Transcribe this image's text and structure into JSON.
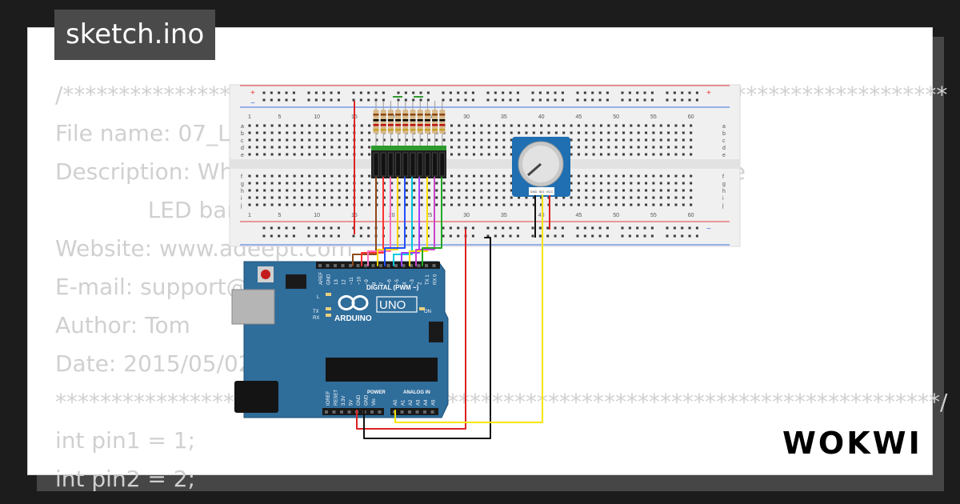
{
  "app": {
    "title": "sketch.ino",
    "brand": "WOKWI"
  },
  "code": [
    "/*******************************************************************************",
    "File name: 07_LED_bar_graph.ino",
    "Description: When you rotate the potentiometer, you can see",
    "             LED bar graph display.",
    "Website: www.adeept.com",
    "E-mail: support@adeept.com",
    "Author: Tom",
    "Date: 2015/05/02",
    "*******************************************************************************/",
    "int pin1 = 1;",
    "int pin2 = 2;"
  ],
  "breadboard": {
    "column_labels": [
      "1",
      "5",
      "10",
      "15",
      "20",
      "25",
      "30",
      "35",
      "40",
      "45",
      "50",
      "55",
      "60"
    ],
    "row_labels_top": [
      "a",
      "b",
      "c",
      "d",
      "e"
    ],
    "row_labels_bottom": [
      "f",
      "g",
      "h",
      "i",
      "j"
    ],
    "rail_plus": "+",
    "rail_minus": "−"
  },
  "arduino": {
    "model_label": "UNO",
    "brand_label": "ARDUINO",
    "digital_label": "DIGITAL (PWM ~)",
    "power_label": "POWER",
    "analog_label": "ANALOG IN",
    "on_label": "ON",
    "tx_label": "TX",
    "rx_label": "RX",
    "l_label": "L",
    "top_pin_labels": [
      "AREF",
      "GND",
      "13",
      "12",
      "~11",
      "~10",
      "~9",
      "8",
      "7",
      "~6",
      "~5",
      "4",
      "~3",
      "2",
      "TX 1",
      "RX 0"
    ],
    "power_pin_labels": [
      "IOREF",
      "RESET",
      "3.3V",
      "5V",
      "GND",
      "GND",
      "Vin"
    ],
    "analog_pin_labels": [
      "A0",
      "A1",
      "A2",
      "A3",
      "A4",
      "A5"
    ]
  },
  "potentiometer": {
    "pin_labels": [
      "GND",
      "SIG",
      "VCC"
    ]
  },
  "colors": {
    "background": "#1c1c1c",
    "card": "#ffffff",
    "card_shadow": "#464646",
    "code_text": "#d0d0d0",
    "title_tab": "#4a4a4a",
    "breadboard": "#f0f0f0",
    "arduino_blue": "#2f6d9b",
    "potentiometer_blue": "#1f6fb2",
    "led_bar": "#1f1f1f",
    "rail_red": "#e53b3b",
    "rail_blue": "#3b6ee5"
  },
  "wires": [
    {
      "name": "wire-led1",
      "color": "#8b4a1c"
    },
    {
      "name": "wire-led2",
      "color": "#ff3333"
    },
    {
      "name": "wire-led3",
      "color": "#ff70c0"
    },
    {
      "name": "wire-led4",
      "color": "#ffd500"
    },
    {
      "name": "wire-led5",
      "color": "#2050ff"
    },
    {
      "name": "wire-led6",
      "color": "#00c8e0"
    },
    {
      "name": "wire-led7",
      "color": "#a040ff"
    },
    {
      "name": "wire-led8",
      "color": "#ffe000"
    },
    {
      "name": "wire-led9",
      "color": "#cc44cc"
    },
    {
      "name": "wire-led10",
      "color": "#22aa22"
    },
    {
      "name": "wire-5v",
      "color": "#dd2222"
    },
    {
      "name": "wire-gnd",
      "color": "#111111"
    },
    {
      "name": "wire-signal-a0",
      "color": "#f5e600"
    }
  ]
}
